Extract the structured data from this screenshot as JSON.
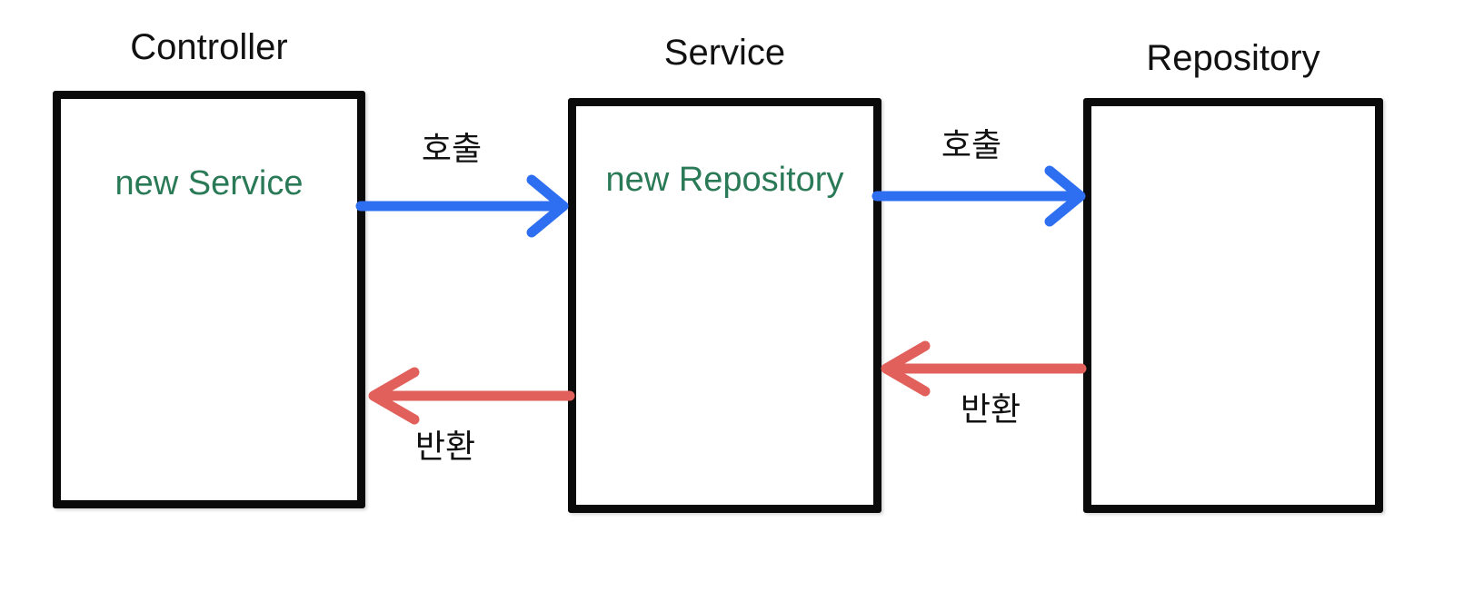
{
  "colors": {
    "arrow_call": "#2e6ff2",
    "arrow_return": "#e2605c",
    "box_border": "#0a0a0a",
    "instantiation_text": "#2a7a57",
    "label_text": "#111111",
    "background": "#ffffff"
  },
  "diagram": {
    "nodes": [
      {
        "id": "controller",
        "title": "Controller",
        "content": "new Service"
      },
      {
        "id": "service",
        "title": "Service",
        "content": "new Repository"
      },
      {
        "id": "repository",
        "title": "Repository",
        "content": ""
      }
    ],
    "edges": [
      {
        "label": "호출",
        "from": "Controller",
        "to": "Service",
        "type": "call"
      },
      {
        "label": "호출",
        "from": "Service",
        "to": "Repository",
        "type": "call"
      },
      {
        "label": "반환",
        "from": "Service",
        "to": "Controller",
        "type": "return"
      },
      {
        "label": "반환",
        "from": "Repository",
        "to": "Service",
        "type": "return"
      }
    ]
  }
}
